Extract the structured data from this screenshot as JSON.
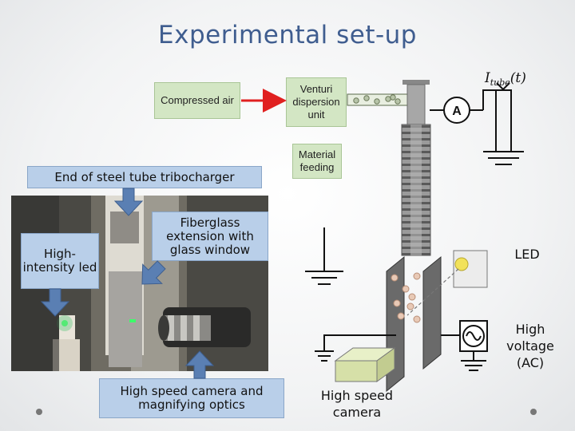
{
  "title": "Experimental set-up",
  "labels": {
    "compressed_air": "Compressed air",
    "venturi": "Venturi dispersion unit",
    "material_feeding": "Material feeding",
    "ammeter": "A",
    "current": "I",
    "current_sub": "tube",
    "current_arg": "(t)",
    "tribocharger": "End of steel tube tribocharger",
    "high_intensity_led": "High-intensity led",
    "fiberglass": "Fiberglass extension with glass window",
    "camera_optics": "High speed camera and magnifying optics",
    "led": "LED",
    "high_voltage": "High voltage (AC)",
    "high_speed_camera": "High speed camera"
  },
  "colors": {
    "title": "#3f5d8f",
    "green_box": "#d3e6c4",
    "blue_box": "#b9cfe9",
    "arrow_blue": "#5a7fb3",
    "air_arrow": "#e02020",
    "led": "#f2e25a",
    "electrode": "#555555"
  }
}
